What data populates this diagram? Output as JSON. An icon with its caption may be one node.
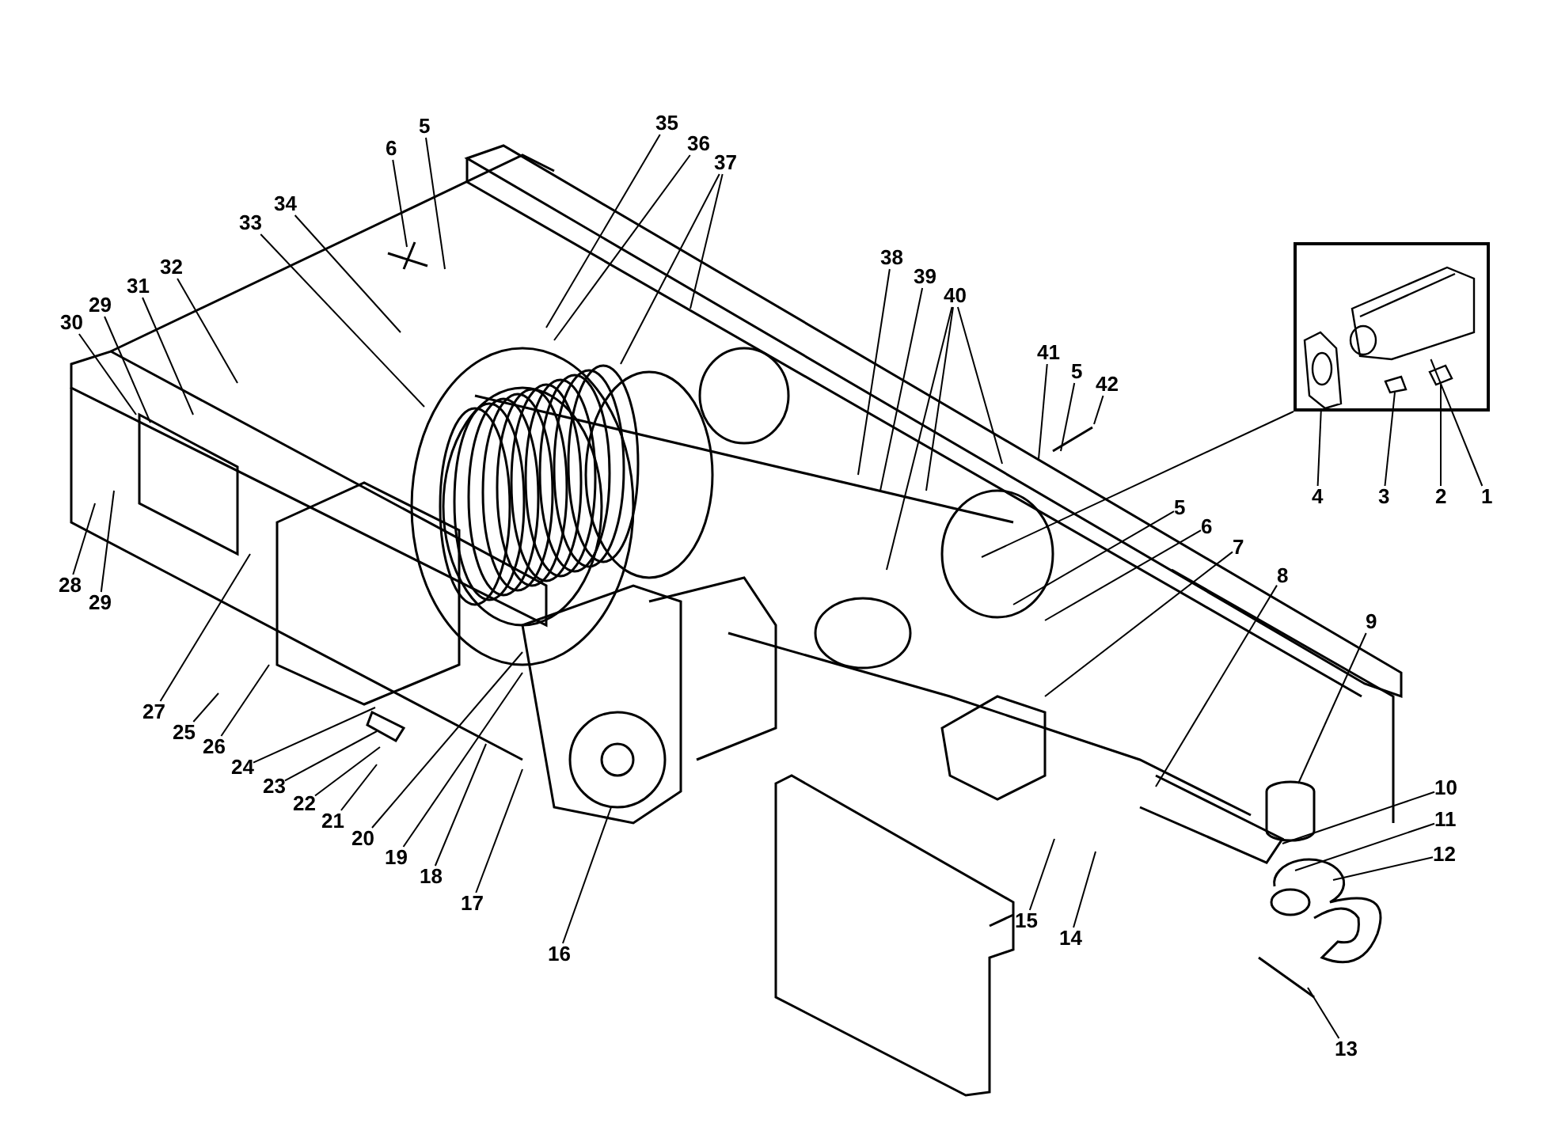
{
  "diagram": {
    "nodes": [
      {
        "text": [
          "5"
        ]
      },
      {
        "text": [
          "6"
        ]
      },
      {
        "text": [
          "35"
        ]
      },
      {
        "text": [
          "36"
        ]
      },
      {
        "text": [
          "37"
        ]
      },
      {
        "text": [
          "34"
        ]
      },
      {
        "text": [
          "33"
        ]
      },
      {
        "text": [
          "32"
        ]
      },
      {
        "text": [
          "31"
        ]
      },
      {
        "text": [
          "29"
        ]
      },
      {
        "text": [
          "30"
        ]
      },
      {
        "text": [
          "38"
        ]
      },
      {
        "text": [
          "39"
        ]
      },
      {
        "text": [
          "40"
        ]
      },
      {
        "text": [
          "41"
        ]
      },
      {
        "text": [
          "5"
        ]
      },
      {
        "text": [
          "42"
        ]
      },
      {
        "text": [],
        "shape": "box"
      },
      {
        "text": [
          "4"
        ]
      },
      {
        "text": [
          "3"
        ]
      },
      {
        "text": [
          "2"
        ]
      },
      {
        "text": [
          "1"
        ]
      },
      {
        "text": [
          "28"
        ]
      },
      {
        "text": [
          "29"
        ]
      },
      {
        "text": [
          "5"
        ]
      },
      {
        "text": [
          "6"
        ]
      },
      {
        "text": [
          "7"
        ]
      },
      {
        "text": [
          "8"
        ]
      },
      {
        "text": [
          "9"
        ]
      },
      {
        "text": [
          "27"
        ]
      },
      {
        "text": [
          "25"
        ]
      },
      {
        "text": [
          "26"
        ]
      },
      {
        "text": [
          "24"
        ]
      },
      {
        "text": [
          "23"
        ]
      },
      {
        "text": [
          "22"
        ]
      },
      {
        "text": [
          "21"
        ]
      },
      {
        "text": [
          "10"
        ]
      },
      {
        "text": [
          "11"
        ]
      },
      {
        "text": [
          "12"
        ]
      },
      {
        "text": [
          "20"
        ]
      },
      {
        "text": [
          "19"
        ]
      },
      {
        "text": [
          "18"
        ]
      },
      {
        "text": [
          "17"
        ]
      },
      {
        "text": [
          "15"
        ]
      },
      {
        "text": [
          "14"
        ]
      },
      {
        "text": [
          "16"
        ]
      },
      {
        "text": [
          "13"
        ]
      },
      {
        "text": [],
        "shape": "picture",
        "in": 17
      },
      {
        "text": [],
        "shape": "picture",
        "in": 17
      },
      {
        "text": [],
        "shape": "picture",
        "in": 17
      },
      {
        "text": [],
        "shape": "picture",
        "in": 17
      }
    ],
    "edges": [
      {
        "from": 0,
        "to": null,
        "arrow": "none"
      },
      {
        "from": 1,
        "to": null,
        "arrow": "none"
      },
      {
        "from": 2,
        "to": null,
        "arrow": "none"
      },
      {
        "from": 3,
        "to": null,
        "arrow": "none"
      },
      {
        "from": 4,
        "to": null,
        "arrow": "none"
      },
      {
        "from": 4,
        "to": null,
        "arrow": "none"
      },
      {
        "from": 5,
        "to": null,
        "arrow": "none"
      },
      {
        "from": 6,
        "to": null,
        "arrow": "none"
      },
      {
        "from": 7,
        "to": null,
        "arrow": "none"
      },
      {
        "from": 8,
        "to": null,
        "arrow": "none"
      },
      {
        "from": 9,
        "to": null,
        "arrow": "none"
      },
      {
        "from": 10,
        "to": null,
        "arrow": "none"
      },
      {
        "from": 11,
        "to": null,
        "arrow": "none"
      },
      {
        "from": 12,
        "to": null,
        "arrow": "none"
      },
      {
        "from": 13,
        "to": null,
        "arrow": "none"
      },
      {
        "from": 13,
        "to": null,
        "arrow": "none"
      },
      {
        "from": 13,
        "to": null,
        "arrow": "none"
      },
      {
        "from": 14,
        "to": null,
        "arrow": "none"
      },
      {
        "from": 15,
        "to": null,
        "arrow": "none"
      },
      {
        "from": 16,
        "to": null,
        "arrow": "none"
      },
      {
        "from": 17,
        "to": null,
        "arrow": "none"
      },
      {
        "from": 18,
        "to": 47,
        "arrow": "none"
      },
      {
        "from": 19,
        "to": 48,
        "arrow": "none"
      },
      {
        "from": 20,
        "to": 49,
        "arrow": "none"
      },
      {
        "from": 21,
        "to": 50,
        "arrow": "none"
      },
      {
        "from": 22,
        "to": null,
        "arrow": "none"
      },
      {
        "from": 23,
        "to": null,
        "arrow": "none"
      },
      {
        "from": 24,
        "to": null,
        "arrow": "none"
      },
      {
        "from": 25,
        "to": null,
        "arrow": "none"
      },
      {
        "from": 26,
        "to": null,
        "arrow": "none"
      },
      {
        "from": 27,
        "to": null,
        "arrow": "none"
      },
      {
        "from": 28,
        "to": null,
        "arrow": "none"
      },
      {
        "from": 29,
        "to": null,
        "arrow": "none"
      },
      {
        "from": 30,
        "to": null,
        "arrow": "none"
      },
      {
        "from": 31,
        "to": null,
        "arrow": "none"
      },
      {
        "from": 32,
        "to": null,
        "arrow": "none"
      },
      {
        "from": 33,
        "to": null,
        "arrow": "none"
      },
      {
        "from": 34,
        "to": null,
        "arrow": "none"
      },
      {
        "from": 35,
        "to": null,
        "arrow": "none"
      },
      {
        "from": 36,
        "to": null,
        "arrow": "none"
      },
      {
        "from": 37,
        "to": null,
        "arrow": "none"
      },
      {
        "from": 38,
        "to": null,
        "arrow": "none"
      },
      {
        "from": 39,
        "to": null,
        "arrow": "none"
      },
      {
        "from": 40,
        "to": null,
        "arrow": "none"
      },
      {
        "from": 41,
        "to": null,
        "arrow": "none"
      },
      {
        "from": 42,
        "to": null,
        "arrow": "none"
      },
      {
        "from": 43,
        "to": null,
        "arrow": "none"
      },
      {
        "from": 44,
        "to": null,
        "arrow": "none"
      },
      {
        "from": 45,
        "to": null,
        "arrow": "none"
      },
      {
        "from": 46,
        "to": null,
        "arrow": "none"
      }
    ]
  }
}
